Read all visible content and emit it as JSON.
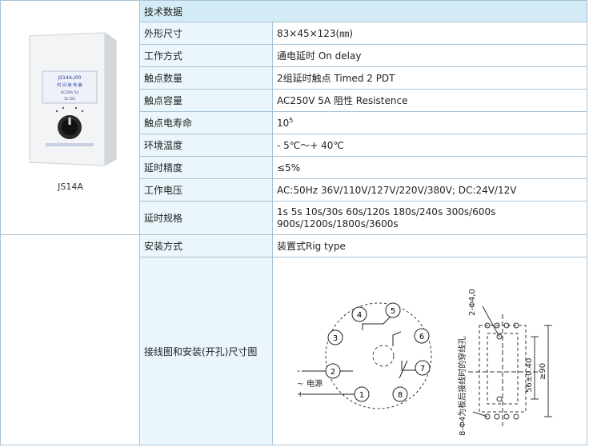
{
  "product": {
    "model": "JS14A",
    "label_lines": [
      "JS14A-/00",
      "时 间 继 电 器",
      "AC220V  5A",
      "1S   10S"
    ],
    "dial_icon": "knob-icon"
  },
  "table": {
    "header": "技术数据",
    "rows": [
      {
        "label": "外形尺寸",
        "value": "83×45×123(㎜)"
      },
      {
        "label": "工作方式",
        "value": "通电延时  On delay"
      },
      {
        "label": "触点数量",
        "value": "2组延时触点  Timed 2 PDT"
      },
      {
        "label": "触点容量",
        "value": "AC250V 5A 阻性  Resistence"
      },
      {
        "label": "触点电寿命",
        "value": "10",
        "sup": "5"
      },
      {
        "label": "环境温度",
        "value": "- 5℃～+ 40℃"
      },
      {
        "label": "延时精度",
        "value": "≤5%"
      },
      {
        "label": "工作电压",
        "value": "AC:50Hz 36V/110V/127V/220V/380V; DC:24V/12V"
      },
      {
        "label": "延时规格",
        "value_lines": [
          "1s 5s 10s/30s 60s/120s 180s/240s 300s/600s",
          "900s/1200s/1800s/3600s"
        ]
      },
      {
        "label": "安装方式",
        "value": "装置式Rig type"
      },
      {
        "label": "接线图和安装(开孔)尺寸图"
      }
    ]
  },
  "diagram": {
    "pins": [
      "1",
      "2",
      "3",
      "4",
      "5",
      "6",
      "7",
      "8"
    ],
    "power_minus": "-",
    "power_tilde": "~",
    "power_label": "电源",
    "power_plus": "+",
    "hole_note": "2-Φ4,0",
    "wire_note": "8-Φ4为板后接线时的穿线孔",
    "dim_inner": "56±0.40",
    "dim_outer": "≥90"
  },
  "colors": {
    "border": "#a9c2d6",
    "label_bg": "#eaf6fb",
    "header_bg": "#d4ecf6"
  }
}
